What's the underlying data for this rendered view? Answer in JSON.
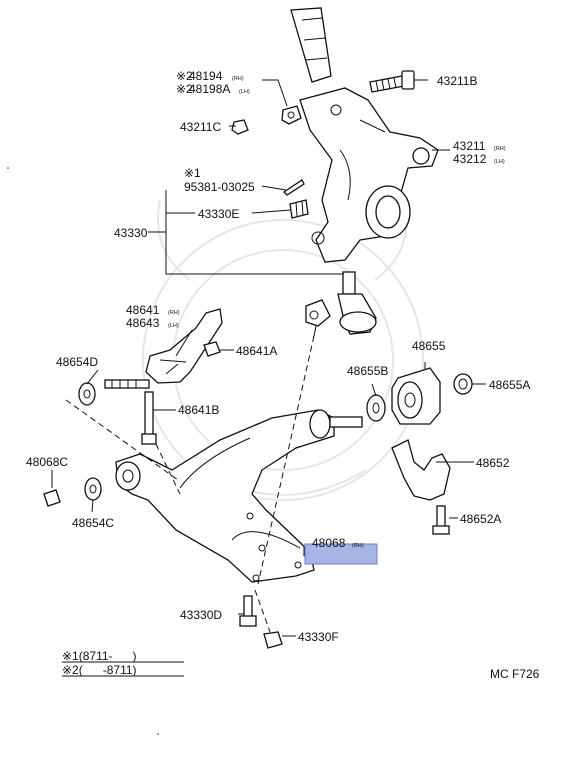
{
  "labels": {
    "p48194": "48194",
    "p48194_side": "(RH)",
    "p48198a": "48198A",
    "p48198a_side": "(LH)",
    "mark1": "※1",
    "mark2": "※2",
    "p43211b": "43211B",
    "p43211c": "43211C",
    "p43211": "43211",
    "p43211_side": "(RH)",
    "p43212": "43212",
    "p43212_side": "(LH)",
    "p95381": "95381-03025",
    "p43330e": "43330E",
    "p43330": "43330",
    "p48641": "48641",
    "p48641_side": "(RH)",
    "p48643": "48643",
    "p48643_side": "(LH)",
    "p48655": "48655",
    "p48654d": "48654D",
    "p48641a": "48641A",
    "p48655b": "48655B",
    "p48655a": "48655A",
    "p48641b": "48641B",
    "p48068c": "48068C",
    "p48652": "48652",
    "p48654c": "48654C",
    "p48652a": "48652A",
    "p48068": "48068",
    "p48068_side": "(RH)",
    "p43330d": "43330D",
    "p43330f": "43330F"
  },
  "footnotes": {
    "line1": "※1(8711-      )",
    "line2": "※2(      -8711)"
  },
  "figure_code": "MC F726",
  "highlight_color": "#a9b4e6"
}
